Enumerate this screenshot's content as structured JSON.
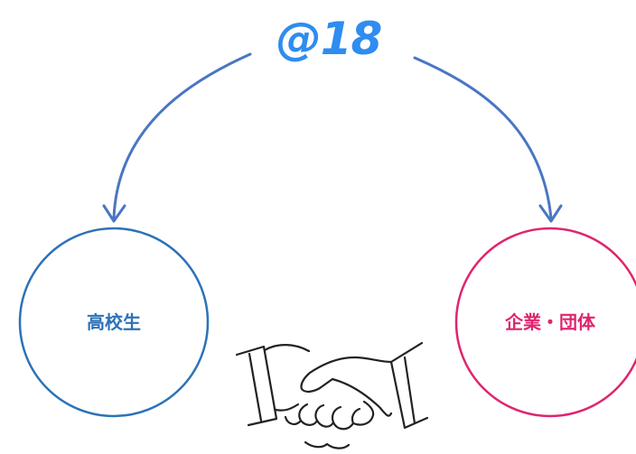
{
  "brand": {
    "text": "@18",
    "color": "#2f8cf0"
  },
  "nodes": {
    "left": {
      "label": "高校生",
      "color": "#2c72b8"
    },
    "right": {
      "label": "企業・団体",
      "color": "#e0246e"
    }
  },
  "connector": {
    "color": "#4a76c3"
  },
  "handshake": {
    "icon": "handshake-icon",
    "color": "#222222"
  }
}
